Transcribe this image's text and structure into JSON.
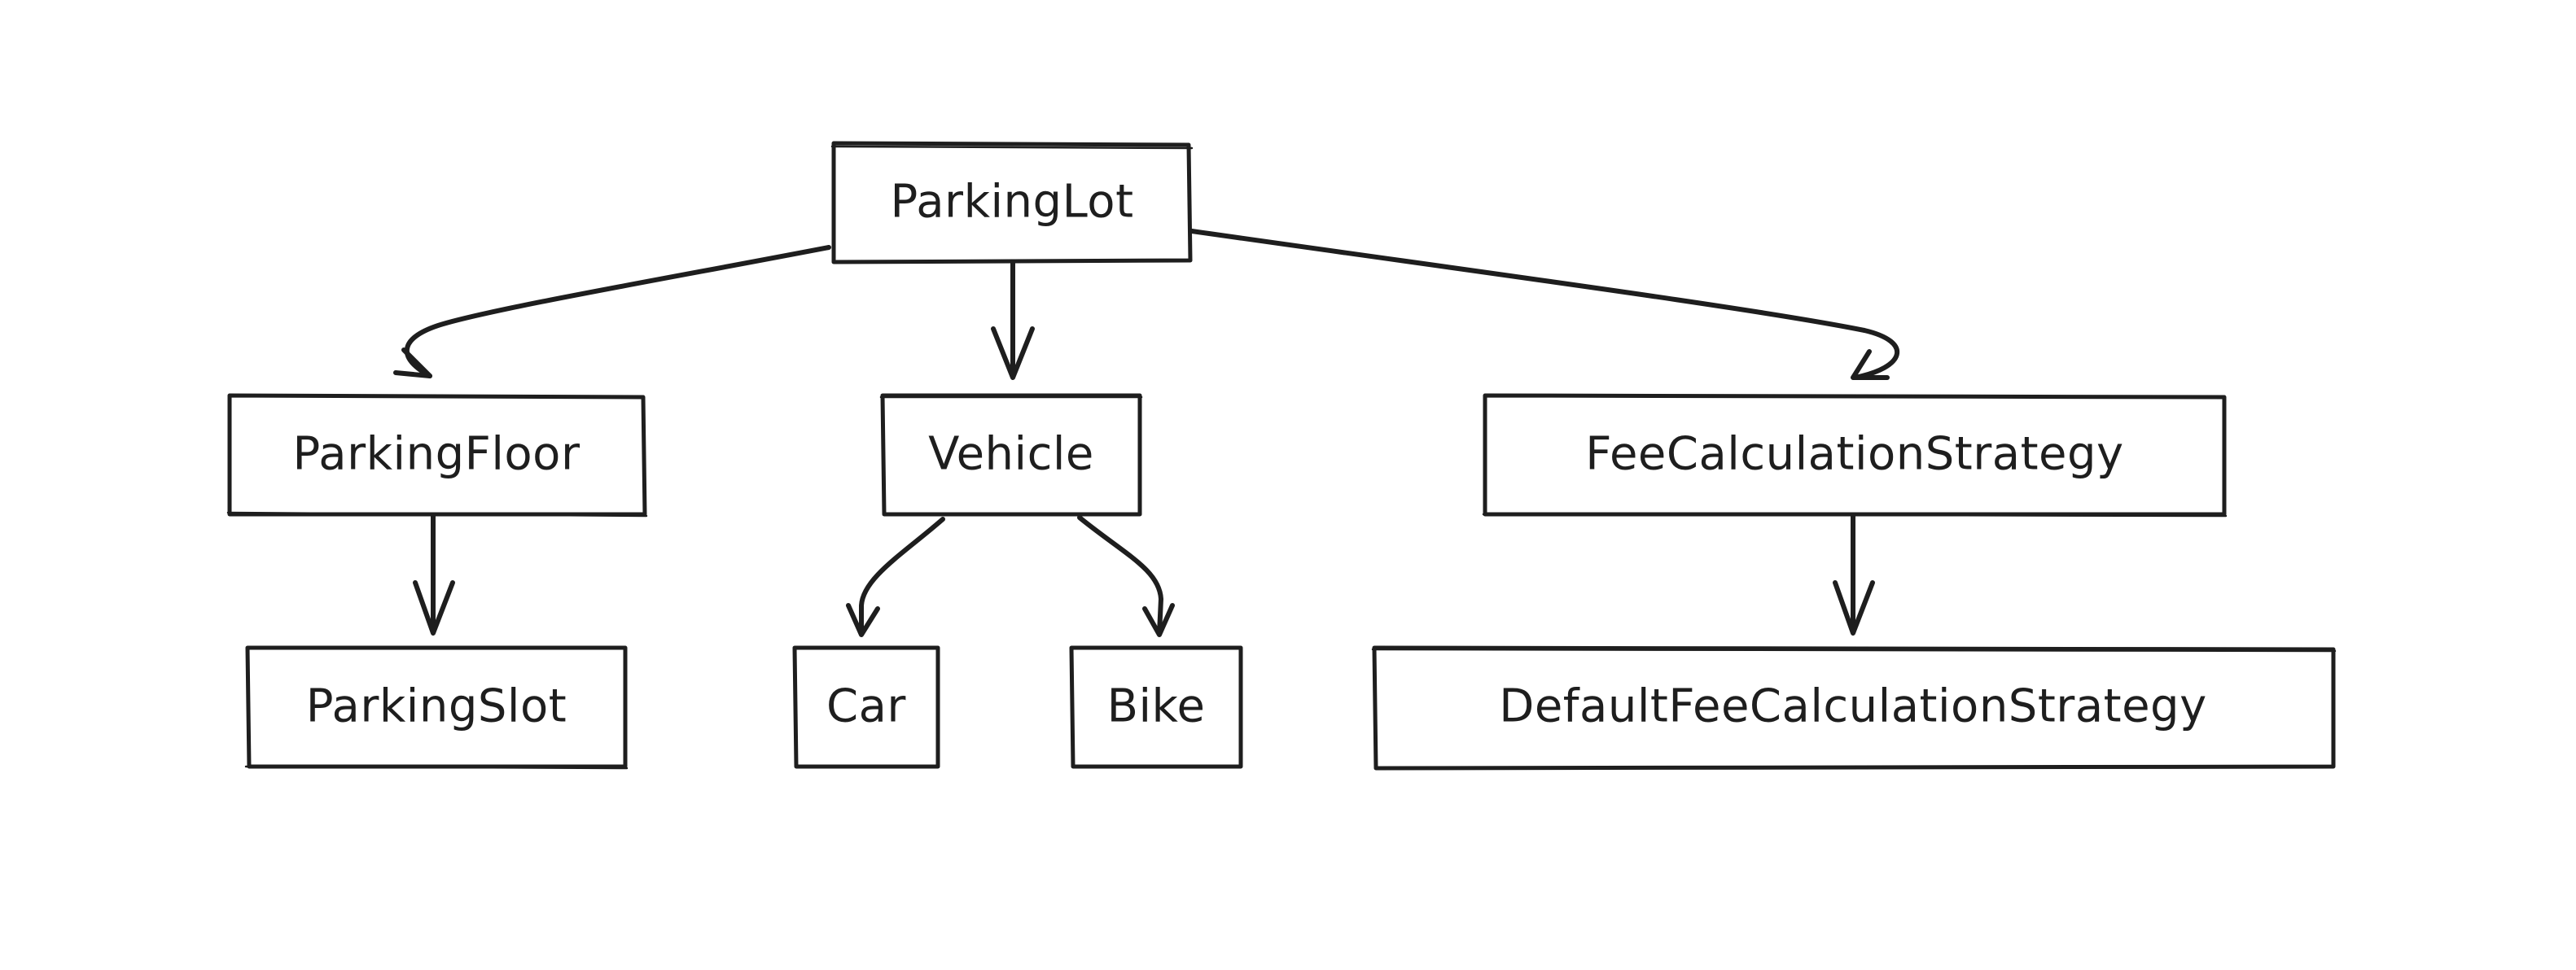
{
  "diagram": {
    "nodes": [
      {
        "id": "parking-lot",
        "label": "ParkingLot"
      },
      {
        "id": "parking-floor",
        "label": "ParkingFloor"
      },
      {
        "id": "vehicle",
        "label": "Vehicle"
      },
      {
        "id": "fee-calculation-strategy",
        "label": "FeeCalculationStrategy"
      },
      {
        "id": "parking-slot",
        "label": "ParkingSlot"
      },
      {
        "id": "car",
        "label": "Car"
      },
      {
        "id": "bike",
        "label": "Bike"
      },
      {
        "id": "default-fee-calculation-strategy",
        "label": "DefaultFeeCalculationStrategy"
      }
    ],
    "edges": [
      {
        "from": "parking-lot",
        "to": "parking-floor"
      },
      {
        "from": "parking-lot",
        "to": "vehicle"
      },
      {
        "from": "parking-lot",
        "to": "fee-calculation-strategy"
      },
      {
        "from": "parking-floor",
        "to": "parking-slot"
      },
      {
        "from": "vehicle",
        "to": "car"
      },
      {
        "from": "vehicle",
        "to": "bike"
      },
      {
        "from": "fee-calculation-strategy",
        "to": "default-fee-calculation-strategy"
      }
    ]
  }
}
